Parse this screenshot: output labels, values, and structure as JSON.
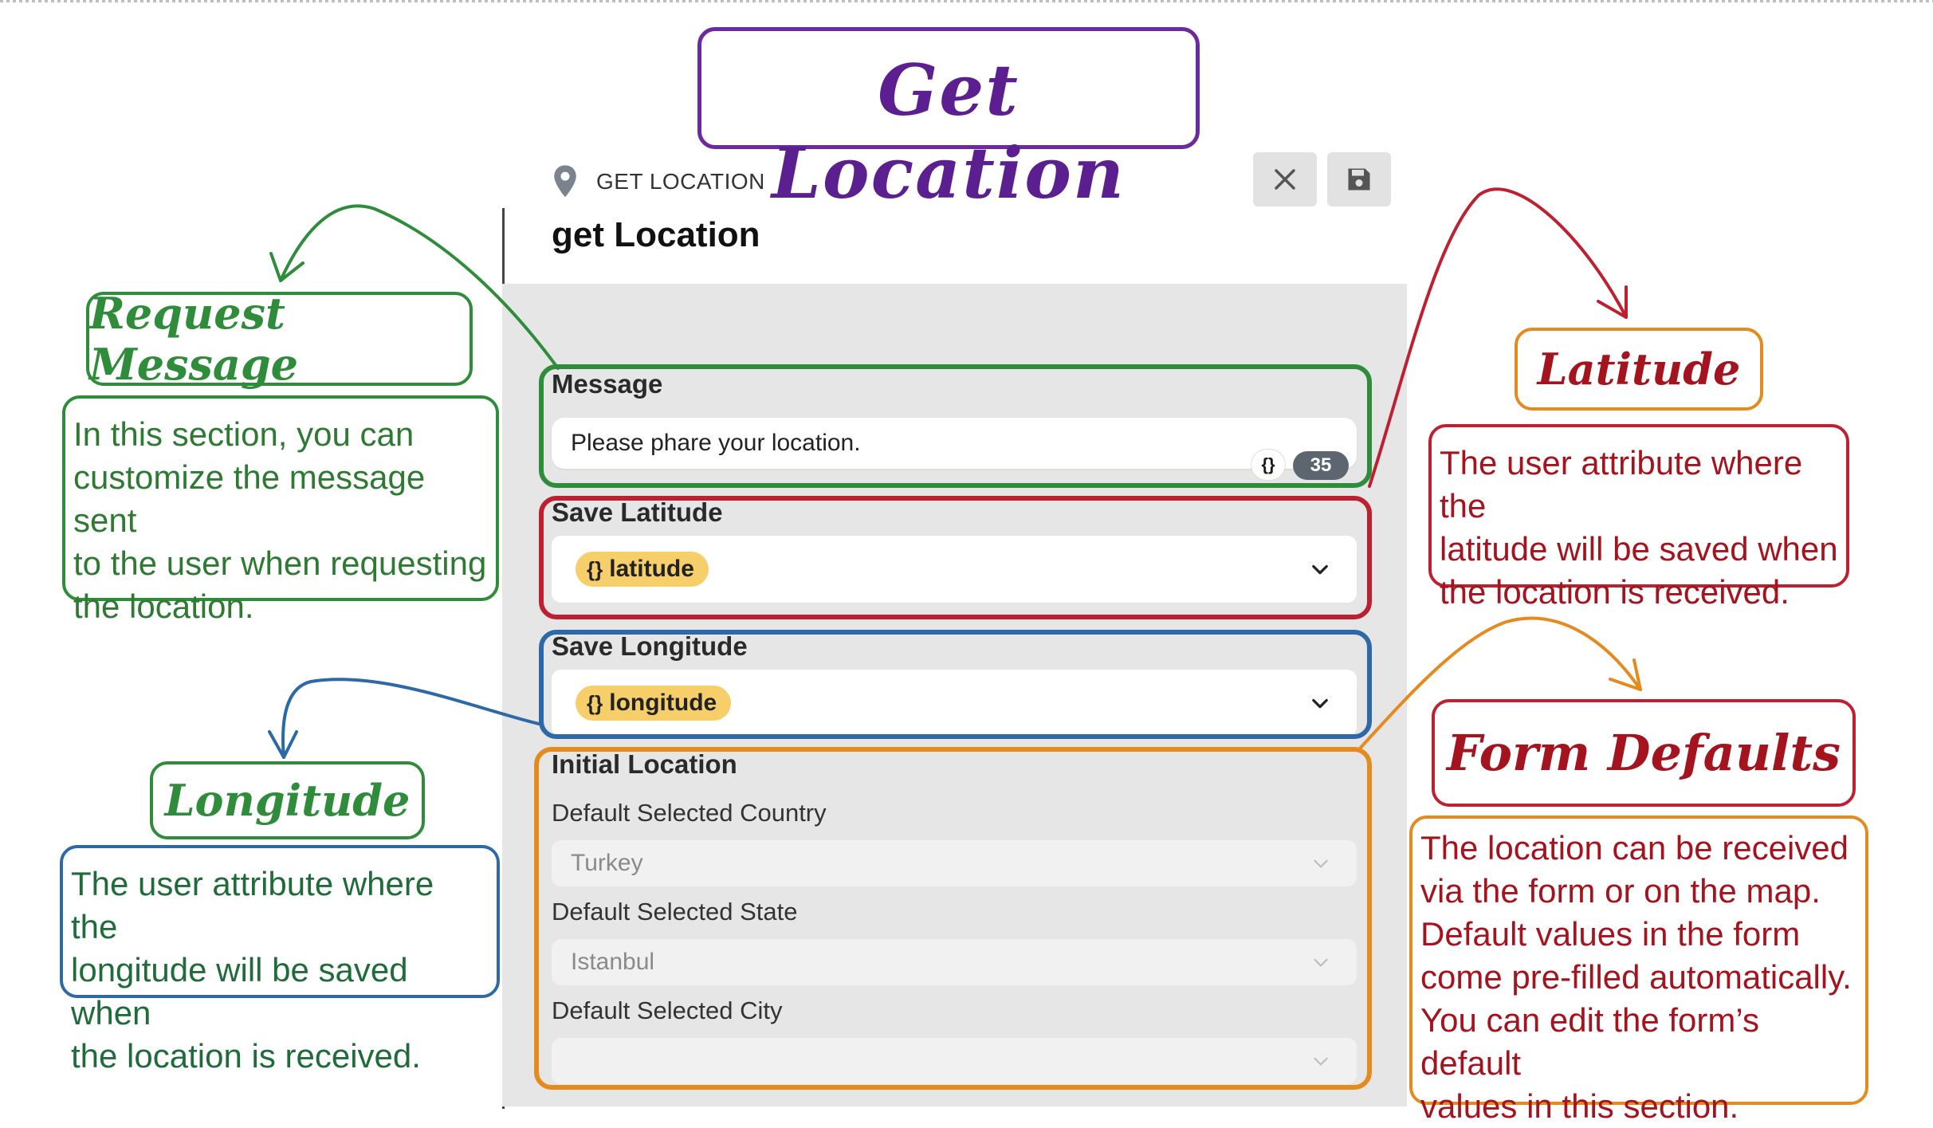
{
  "title": "Get Location",
  "app": {
    "breadcrumb": "GET LOCATION",
    "page_title": "get Location",
    "message_label": "Message",
    "message_value": "Please phare your location.",
    "message_braces": "{}",
    "message_counter": "35",
    "save_latitude_label": "Save Latitude",
    "latitude_chip": "latitude",
    "save_longitude_label": "Save Longitude",
    "longitude_chip": "longitude",
    "chip_braces": "{}",
    "initial_location_label": "Initial Location",
    "country_label": "Default Selected Country",
    "country_value": "Turkey",
    "state_label": "Default Selected State",
    "state_value": "Istanbul",
    "city_label": "Default Selected City",
    "city_value": ""
  },
  "annotations": {
    "request_message": {
      "title": "Request Message",
      "lines": [
        "In this section, you can",
        "customize the message sent",
        "to the user when requesting",
        "the location."
      ]
    },
    "longitude": {
      "title": "Longitude",
      "lines": [
        "The user attribute where the",
        "longitude will be saved when",
        "the location is received."
      ]
    },
    "latitude": {
      "title": "Latitude",
      "lines": [
        "The user attribute where the",
        "latitude will be saved when",
        "the location is received."
      ]
    },
    "form_defaults": {
      "title": "Form Defaults",
      "lines": [
        "The location can be received",
        "via the form or on the map.",
        "Default values in the form",
        "come pre-filled automatically.",
        "You can edit the form’s default",
        "values in this section."
      ]
    }
  },
  "colors": {
    "purple": "#6b2aa0",
    "green": "#2f8c3a",
    "red": "#bd2030",
    "blue": "#2c69a6",
    "orange": "#e58a1f",
    "chip": "#f6ce6a"
  }
}
